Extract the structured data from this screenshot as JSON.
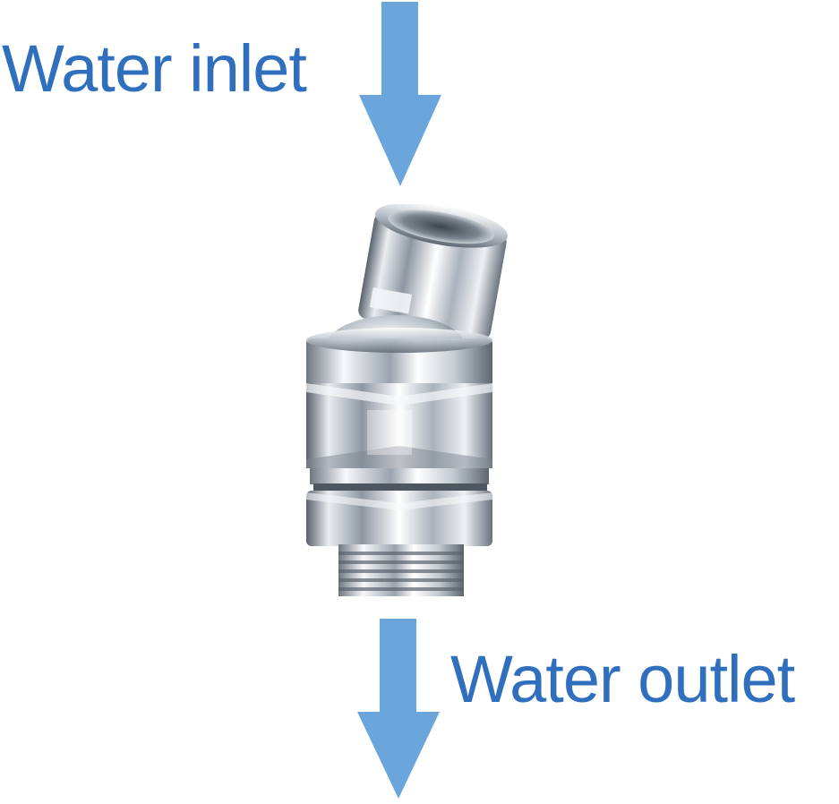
{
  "labels": {
    "inlet": "Water inlet",
    "outlet": "Water outlet"
  },
  "icons": {
    "inlet_arrow": "down-arrow-icon",
    "outlet_arrow": "down-arrow-icon",
    "fitting": "swivel-ball-joint-adapter"
  },
  "colors": {
    "label_text": "#2f6fbe",
    "arrow_fill": "#6aa6dc",
    "background": "#ffffff",
    "chrome_light": "#f4f6f8",
    "chrome_mid": "#aeb6bf",
    "chrome_dark": "#4a525c"
  }
}
